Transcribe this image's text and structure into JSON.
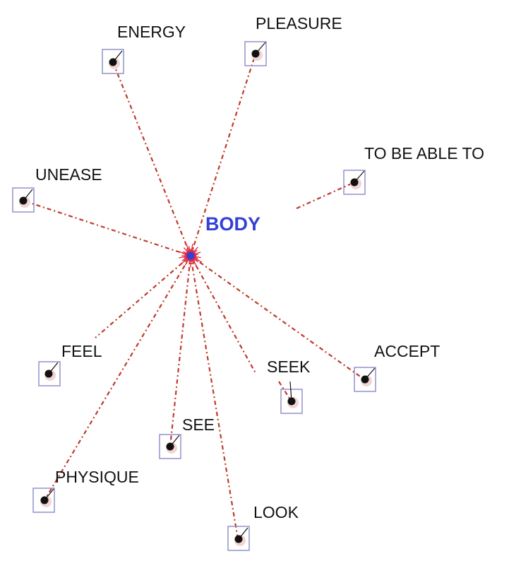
{
  "diagram": {
    "center": {
      "label": "BODY",
      "color": "#3340d6"
    },
    "nodes": [
      {
        "id": "energy",
        "label": "ENERGY"
      },
      {
        "id": "pleasure",
        "label": "PLEASURE"
      },
      {
        "id": "to-be-able-to",
        "label": "TO BE ABLE TO"
      },
      {
        "id": "unease",
        "label": "UNEASE"
      },
      {
        "id": "feel",
        "label": "FEEL"
      },
      {
        "id": "seek",
        "label": "SEEK"
      },
      {
        "id": "accept",
        "label": "ACCEPT"
      },
      {
        "id": "see",
        "label": "SEE"
      },
      {
        "id": "physique",
        "label": "PHYSIQUE"
      },
      {
        "id": "look",
        "label": "LOOK"
      }
    ],
    "edges": [
      {
        "from": "BODY",
        "to": "ENERGY"
      },
      {
        "from": "BODY",
        "to": "PLEASURE"
      },
      {
        "from": "BODY",
        "to": "TO BE ABLE TO"
      },
      {
        "from": "BODY",
        "to": "UNEASE"
      },
      {
        "from": "BODY",
        "to": "FEEL"
      },
      {
        "from": "BODY",
        "to": "SEEK"
      },
      {
        "from": "BODY",
        "to": "ACCEPT"
      },
      {
        "from": "BODY",
        "to": "SEE"
      },
      {
        "from": "BODY",
        "to": "PHYSIQUE"
      },
      {
        "from": "BODY",
        "to": "LOOK"
      }
    ],
    "colors": {
      "edge": "#c0392b",
      "node_box": "#8a8cc8",
      "node_dot": "#111111",
      "burst": "#e0243a"
    }
  }
}
